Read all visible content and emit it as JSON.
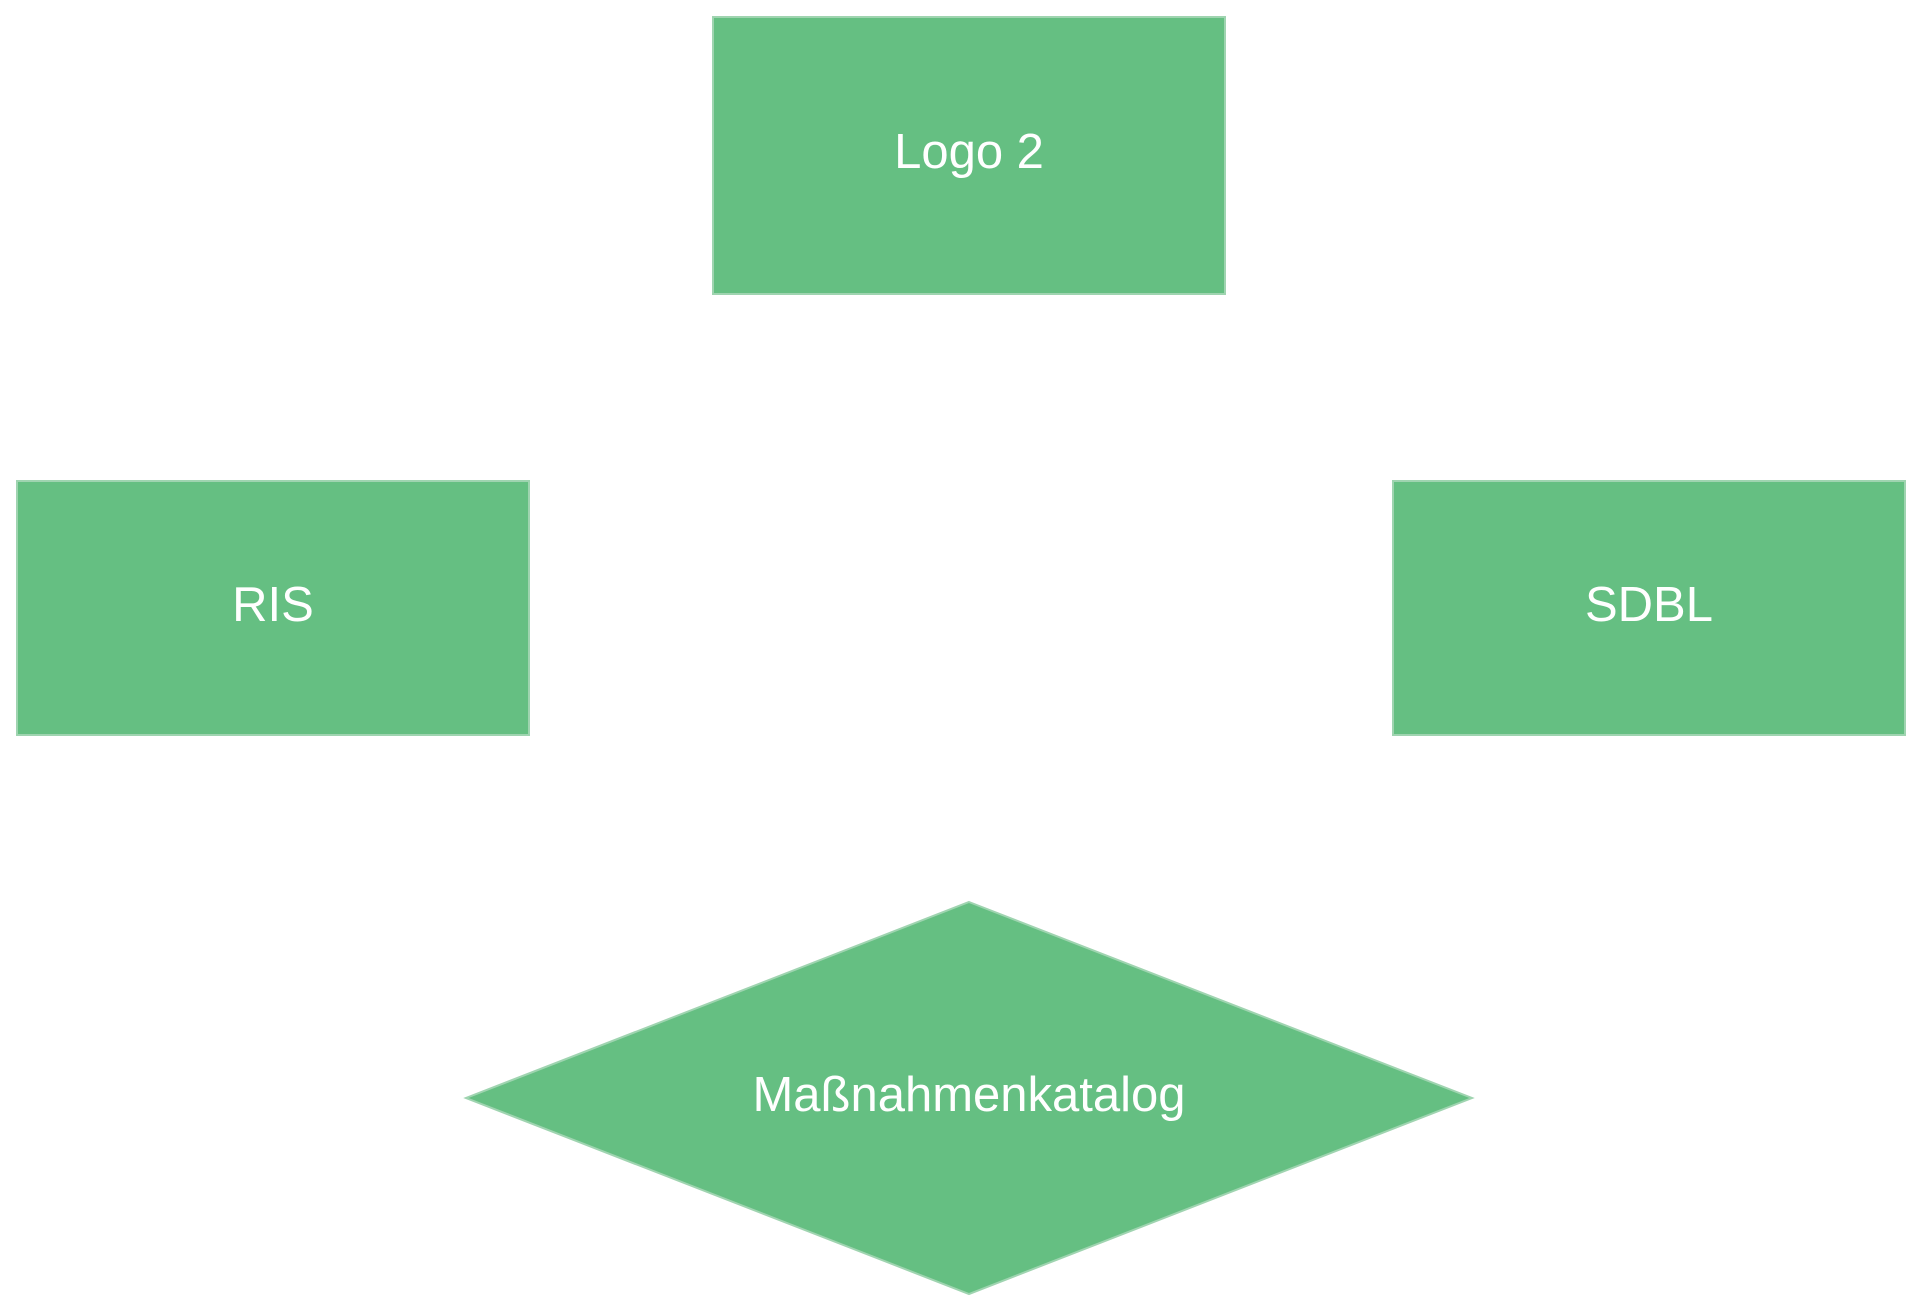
{
  "colors": {
    "node_fill": "#65BF82",
    "node_stroke": "#9fd4b0",
    "text": "#ffffff",
    "background": "#ffffff"
  },
  "nodes": {
    "logo2": {
      "shape": "rectangle",
      "label": "Logo 2"
    },
    "ris": {
      "shape": "rectangle",
      "label": "RIS"
    },
    "sdbl": {
      "shape": "rectangle",
      "label": "SDBL"
    },
    "massnahmenkatalog": {
      "shape": "diamond",
      "label": "Maßnahmenkatalog"
    }
  }
}
